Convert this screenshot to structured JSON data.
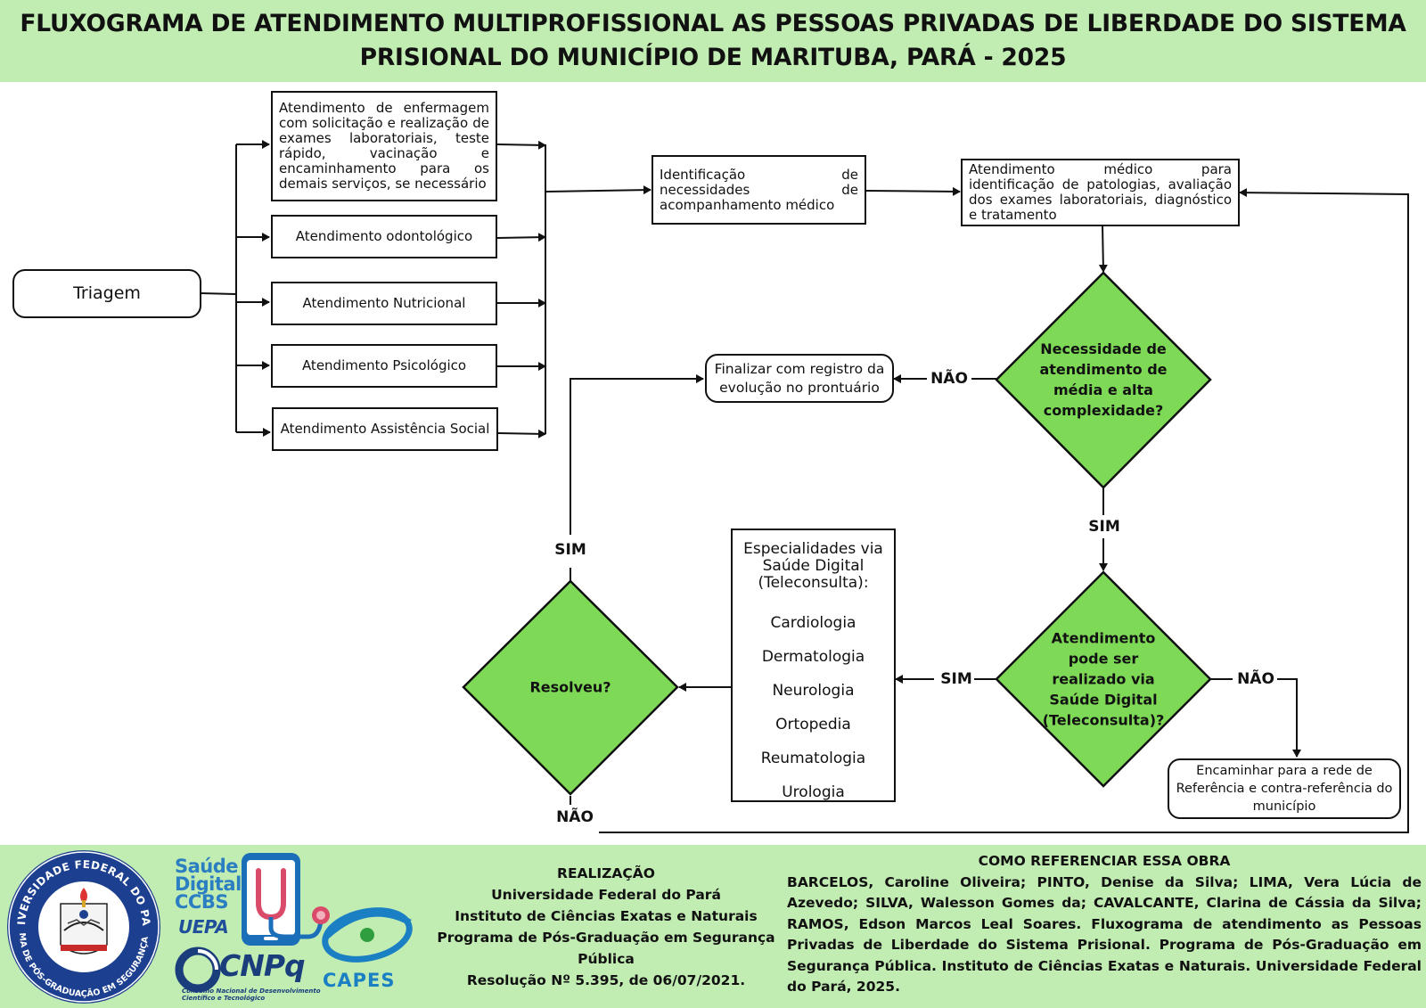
{
  "title": "FLUXOGRAMA DE ATENDIMENTO MULTIPROFISSIONAL AS PESSOAS PRIVADAS DE LIBERDADE DO SISTEMA PRISIONAL DO MUNICÍPIO DE MARITUBA, PARÁ - 2025",
  "nodes": {
    "triagem": "Triagem",
    "enfermagem": "Atendimento de enfermagem com solicitação e realização de exames laboratoriais, teste rápido, vacinação e encaminhamento para os demais serviços, se necessário",
    "odontologico": "Atendimento odontológico",
    "nutricional": "Atendimento Nutricional",
    "psicologico": "Atendimento Psicológico",
    "assistencia_social": "Atendimento Assistência Social",
    "identificacao": "Identificação de necessidades de acompanhamento médico",
    "atendimento_medico": "Atendimento médico para identificação de patologias, avaliação dos exames laboratoriais, diagnóstico e tratamento",
    "decisao_complexidade": "Necessidade de atendimento de média e alta complexidade?",
    "finalizar": "Finalizar com registro da evolução no prontuário",
    "decisao_saude_digital": "Atendimento pode ser realizado via Saúde Digital (Teleconsulta)?",
    "especialidades_title": "Especialidades via Saúde Digital (Teleconsulta):",
    "especialidades": [
      "Cardiologia",
      "Dermatologia",
      "Neurologia",
      "Ortopedia",
      "Reumatologia",
      "Urologia"
    ],
    "decisao_resolveu": "Resolveu?",
    "encaminhar": "Encaminhar para a rede de Referência e contra-referência do município"
  },
  "edge_labels": {
    "nao_complexidade": "NÃO",
    "sim_complexidade": "SIM",
    "sim_saude_digital": "SIM",
    "nao_saude_digital": "NÃO",
    "sim_resolveu": "SIM",
    "nao_resolveu": "NÃO"
  },
  "footer": {
    "ufpa_logo_text": "UNIVERSIDADE FEDERAL DO PARÁ • PROGRAMA DE PÓS-GRADUAÇÃO EM SEGURANÇA PÚBLICA",
    "saude_digital_line1": "Saúde",
    "saude_digital_line2": "Digital",
    "saude_digital_line3": "CCBS",
    "uepa": "UEPA",
    "cnpq": "CNPq",
    "cnpq_sub": "Conselho Nacional de Desenvolvimento Científico e Tecnológico",
    "capes": "CAPES",
    "realizacao": {
      "heading": "REALIZAÇÃO",
      "line1": "Universidade Federal do Pará",
      "line2": "Instituto de Ciências Exatas e Naturais",
      "line3": "Programa de Pós-Graduação em Segurança Pública",
      "line4": "Resolução Nº 5.395, de 06/07/2021."
    },
    "referencia": {
      "heading": "COMO REFERENCIAR ESSA OBRA",
      "text": "BARCELOS, Caroline Oliveira; PINTO, Denise da Silva; LIMA, Vera Lúcia de Azevedo; SILVA, Walesson Gomes da; CAVALCANTE, Clarina de Cássia da Silva; RAMOS, Edson Marcos Leal Soares. Fluxograma de atendimento as Pessoas Privadas de Liberdade do Sistema Prisional. Programa de Pós-Graduação em Segurança Pública. Instituto de Ciências Exatas e Naturais. Universidade Federal do Pará, 2025."
    }
  },
  "colors": {
    "header_bg": "#c1ecb2",
    "decision_fill": "#7ed957",
    "stroke": "#111111",
    "capes_blue": "#1b7fc4",
    "capes_green": "#2e9e3e",
    "cnpq_navy": "#1a3d7c"
  }
}
